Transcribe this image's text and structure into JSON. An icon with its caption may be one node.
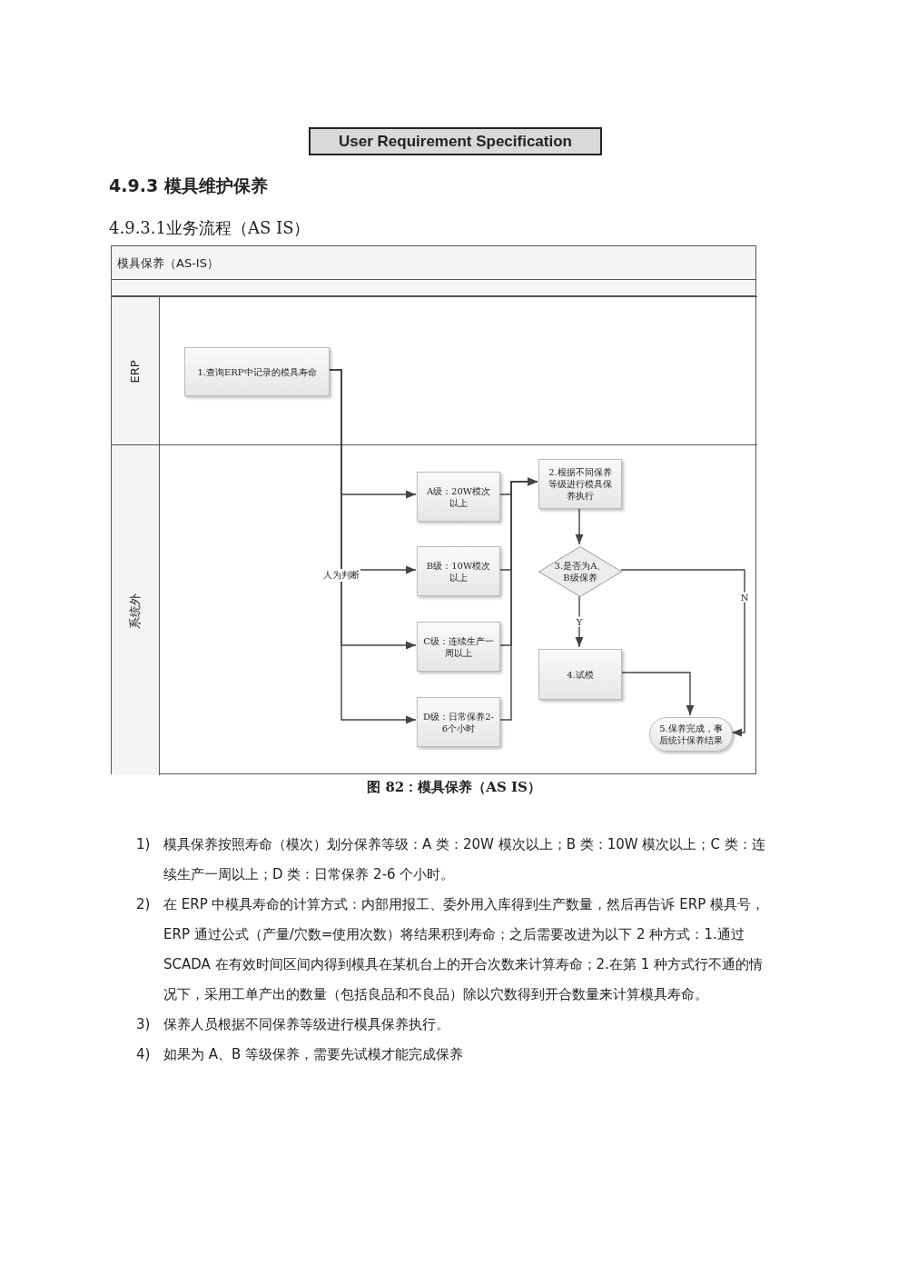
{
  "diagram": {
    "caption": "图 82：模具保养（AS IS）",
    "nodes": [
      {
        "text": [
          "模具保养（AS-IS）"
        ]
      },
      {
        "text": [
          "ERP"
        ],
        "in": 0
      },
      {
        "text": [
          "系统外"
        ],
        "in": 0
      },
      {
        "text": [
          "1.查询ERP中记录的模具寿命"
        ],
        "in": 1
      },
      {
        "text": [
          "A级：20W模次以上"
        ],
        "in": 2
      },
      {
        "text": [
          "B级：10W模次以上"
        ],
        "in": 2
      },
      {
        "text": [
          "C级：连续生产一周以上"
        ],
        "in": 2
      },
      {
        "text": [
          "D级：日常保养2-6个小时"
        ],
        "in": 2
      },
      {
        "text": [
          "2.根据不同保养等级进行模具保养执行"
        ],
        "in": 2
      },
      {
        "text": [
          "3.是否为A、B级保养"
        ],
        "in": 2
      },
      {
        "text": [
          "4.试模"
        ],
        "in": 2
      },
      {
        "text": [
          "5.保养完成，事后统计保养结果"
        ],
        "in": 2
      }
    ],
    "edges": [
      {
        "from": 3,
        "to": 4,
        "arrow": "to"
      },
      {
        "from": 3,
        "to": 5,
        "arrow": "to",
        "label": "人为判断"
      },
      {
        "from": 3,
        "to": 6,
        "arrow": "to"
      },
      {
        "from": 3,
        "to": 7,
        "arrow": "to"
      },
      {
        "from": 4,
        "to": 8,
        "arrow": "to"
      },
      {
        "from": 5,
        "to": 8,
        "arrow": "to"
      },
      {
        "from": 6,
        "to": 8,
        "arrow": "to"
      },
      {
        "from": 7,
        "to": 8,
        "arrow": "to"
      },
      {
        "from": 8,
        "to": 9,
        "arrow": "to"
      },
      {
        "from": 9,
        "to": 10,
        "arrow": "to",
        "label": "Y"
      },
      {
        "from": 9,
        "to": 11,
        "arrow": "to",
        "label": "N"
      },
      {
        "from": 10,
        "to": 11,
        "arrow": "to"
      }
    ],
    "labels": [
      "User Requirement Specification",
      "4.9.3 模具维护保养",
      "4.9.3.1业务流程（AS IS）",
      "1)",
      "模具保养按照寿命（模次）划分保养等级：A 类：20W 模次以上；B 类：10W 模次以上；C 类：连续生产一周以上；D 类：日常保养 2-6 个小时。",
      "2)",
      "在 ERP 中模具寿命的计算方式：内部用报工、委外用入库得到生产数量，然后再告诉 ERP 模具号， ERP 通过公式（产量/穴数=使用次数）将结果积到寿命；之后需要改进为以下 2 种方式：1.通过 SCADA 在有效时间区间内得到模具在某机台上的开合次数来计算寿命；2.在第 1 种方式行不通的情况下，采用工单产出的数量（包括良品和不良品）除以穴数得到开合数量来计算模具寿命。",
      "3)",
      "保养人员根据不同保养等级进行模具保养执行。",
      "4)",
      "如果为 A、B 等级保养，需要先试模才能完成保养"
    ]
  }
}
